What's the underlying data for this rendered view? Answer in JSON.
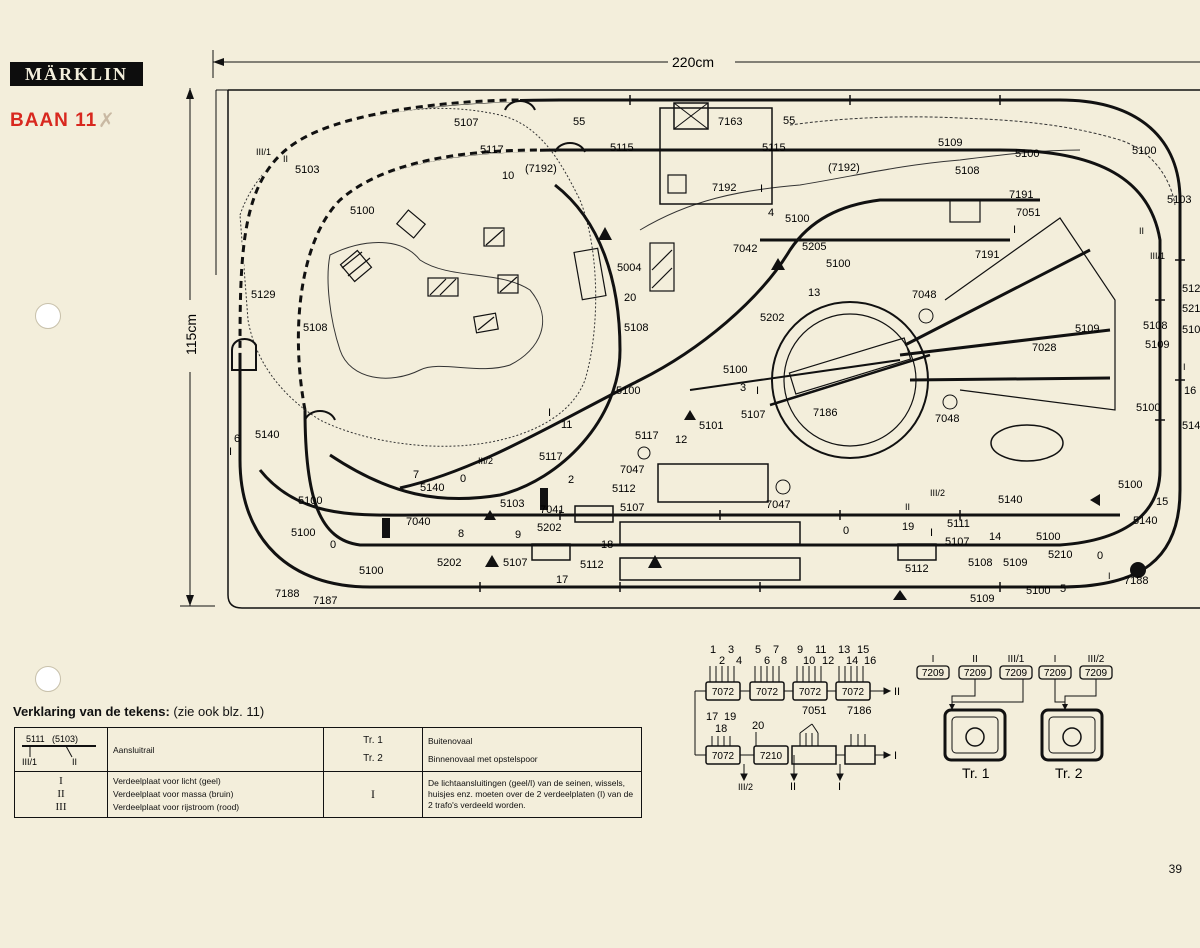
{
  "header": {
    "brand": "MÄRKLIN",
    "layout_title": "BAAN 11"
  },
  "plan": {
    "width_label": "220cm",
    "height_label": "115cm",
    "part_labels": [
      {
        "t": "5107"
      },
      {
        "t": "5117"
      },
      {
        "t": "55"
      },
      {
        "t": "5115"
      },
      {
        "t": "7163"
      },
      {
        "t": "55"
      },
      {
        "t": "5115"
      },
      {
        "t": "5109"
      },
      {
        "t": "5100"
      },
      {
        "t": "5100"
      },
      {
        "t": "III/1"
      },
      {
        "t": "II"
      },
      {
        "t": "5103"
      },
      {
        "t": "10"
      },
      {
        "t": "(7192)"
      },
      {
        "t": "7192"
      },
      {
        "t": "I"
      },
      {
        "t": "(7192)"
      },
      {
        "t": "5108"
      },
      {
        "t": "7191"
      },
      {
        "t": "5103"
      },
      {
        "t": "5100"
      },
      {
        "t": "7051"
      },
      {
        "t": "4"
      },
      {
        "t": "5100"
      },
      {
        "t": "I"
      },
      {
        "t": "7042"
      },
      {
        "t": "5205"
      },
      {
        "t": "7191"
      },
      {
        "t": "II"
      },
      {
        "t": "III/1"
      },
      {
        "t": "5100"
      },
      {
        "t": "5004"
      },
      {
        "t": "13"
      },
      {
        "t": "20"
      },
      {
        "t": "7048"
      },
      {
        "t": "5129"
      },
      {
        "t": "5108"
      },
      {
        "t": "5108"
      },
      {
        "t": "5202"
      },
      {
        "t": "5109"
      },
      {
        "t": "7028"
      },
      {
        "t": "5108"
      },
      {
        "t": "5109"
      },
      {
        "t": "5100"
      },
      {
        "t": "5100"
      },
      {
        "t": "3"
      },
      {
        "t": "I"
      },
      {
        "t": "5107"
      },
      {
        "t": "7186"
      },
      {
        "t": "7048"
      },
      {
        "t": "5100"
      },
      {
        "t": "I"
      },
      {
        "t": "11"
      },
      {
        "t": "5101"
      },
      {
        "t": "5117"
      },
      {
        "t": "12"
      },
      {
        "t": "7047"
      },
      {
        "t": "6"
      },
      {
        "t": "5140"
      },
      {
        "t": "I"
      },
      {
        "t": "5117"
      },
      {
        "t": "III/2"
      },
      {
        "t": "7"
      },
      {
        "t": "5140"
      },
      {
        "t": "0"
      },
      {
        "t": "2"
      },
      {
        "t": "5112"
      },
      {
        "t": "7047"
      },
      {
        "t": "II"
      },
      {
        "t": "III/2"
      },
      {
        "t": "5140"
      },
      {
        "t": "5100"
      },
      {
        "t": "15"
      },
      {
        "t": "5100"
      },
      {
        "t": "5103"
      },
      {
        "t": "7041"
      },
      {
        "t": "5107"
      },
      {
        "t": "5100"
      },
      {
        "t": "7040"
      },
      {
        "t": "8"
      },
      {
        "t": "5202"
      },
      {
        "t": "9"
      },
      {
        "t": "18"
      },
      {
        "t": "0"
      },
      {
        "t": "19"
      },
      {
        "t": "5111"
      },
      {
        "t": "I"
      },
      {
        "t": "14"
      },
      {
        "t": "5107"
      },
      {
        "t": "5100"
      },
      {
        "t": "5140"
      },
      {
        "t": "0"
      },
      {
        "t": "5100"
      },
      {
        "t": "5202"
      },
      {
        "t": "5107"
      },
      {
        "t": "17"
      },
      {
        "t": "5112"
      },
      {
        "t": "5112"
      },
      {
        "t": "5108"
      },
      {
        "t": "5109"
      },
      {
        "t": "5210"
      },
      {
        "t": "0"
      },
      {
        "t": "7188"
      },
      {
        "t": "7187"
      },
      {
        "t": "5109"
      },
      {
        "t": "5100"
      },
      {
        "t": "5"
      },
      {
        "t": "7188"
      },
      {
        "t": "16"
      },
      {
        "t": "I"
      },
      {
        "t": "I"
      },
      {
        "t": "512"
      },
      {
        "t": "521"
      },
      {
        "t": "510"
      },
      {
        "t": "514"
      }
    ]
  },
  "legend": {
    "title": "Verklaring van de tekens:",
    "title_note": "(zie ook blz. 11)",
    "symbol_labels": {
      "a": "5111",
      "b": "(5103)",
      "c": "III/1",
      "d": "II"
    },
    "rows": [
      {
        "desc": "Aansluitrail",
        "trafo_1": "Tr. 1",
        "trafo_2": "Tr. 2",
        "trafo_desc_1": "Buitenovaal",
        "trafo_desc_2": "Binnenovaal met opstelspoor"
      },
      {
        "roman": [
          "I",
          "II",
          "III"
        ],
        "items": [
          "Verdeelplaat voor licht (geel)",
          "Verdeelplaat voor massa (bruin)",
          "Verdeelplaat voor rijstroom (rood)"
        ],
        "mid": "I",
        "note": "De lichtaansluitingen (geel/I) van de seinen, wissels, huisjes enz. moeten over de 2 verdeelplaten (I) van de 2 trafo's verdeeld worden."
      }
    ]
  },
  "wiring": {
    "boxes": [
      "7072",
      "7072",
      "7072",
      "7072",
      "7072",
      "7210",
      "7209",
      "7209",
      "7209",
      "7209",
      "7209"
    ],
    "numbers_top": [
      "1",
      "3",
      "2",
      "4",
      "5",
      "7",
      "6",
      "8",
      "9",
      "11",
      "10",
      "12",
      "13",
      "15",
      "14",
      "16",
      "17",
      "19",
      "18",
      "20",
      "7051",
      "7186"
    ],
    "outputs": [
      "II",
      "III/2",
      "II",
      "I",
      "I"
    ],
    "trafo_headers": [
      "I",
      "II",
      "III/1",
      "I",
      "III/2"
    ],
    "trafos": [
      "Tr. 1",
      "Tr. 2"
    ]
  },
  "page_number": "39"
}
